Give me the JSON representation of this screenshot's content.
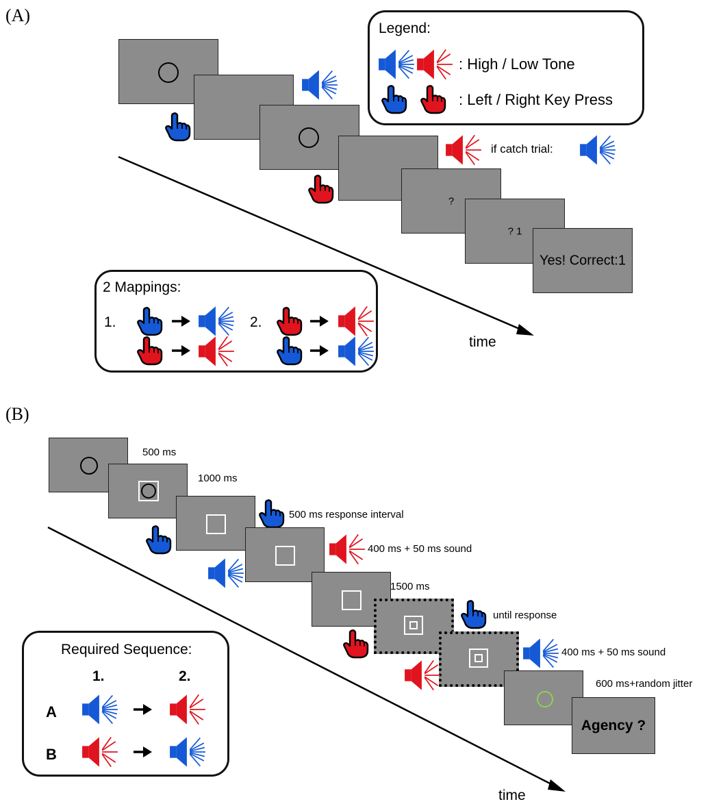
{
  "panels": {
    "a": "(A)",
    "b": "(B)"
  },
  "panel_a": {
    "legend": {
      "title": "Legend:",
      "tone_label": ": High / Low Tone",
      "key_label": ": Left / Right Key Press"
    },
    "screens": {
      "question": "?",
      "question_one": "? 1",
      "feedback": "Yes! Correct:1"
    },
    "catch_label": "if catch trial:",
    "time": "time",
    "mappings": {
      "title": "2 Mappings:",
      "n1": "1.",
      "n2": "2."
    }
  },
  "panel_b": {
    "durations": {
      "d1": "500 ms",
      "d2": "1000 ms",
      "d3": "500 ms response interval",
      "d4": "400 ms + 50 ms sound",
      "d5": "1500 ms",
      "d6": "until response",
      "d7": "400 ms + 50 ms sound",
      "d8": "600 ms+random jitter"
    },
    "agency": "Agency ?",
    "time": "time",
    "sequence": {
      "title": "Required Sequence:",
      "c1": "1.",
      "c2": "2.",
      "row_a": "A",
      "row_b": "B"
    }
  },
  "colors": {
    "blue": "#1559d6",
    "red": "#e0141e",
    "screen_gray": "#8c8c8c",
    "green_circle": "#8fd14f"
  },
  "icons": {
    "speaker": "speaker-icon",
    "hand": "pointing-hand-icon",
    "arrow": "right-arrow-icon"
  }
}
